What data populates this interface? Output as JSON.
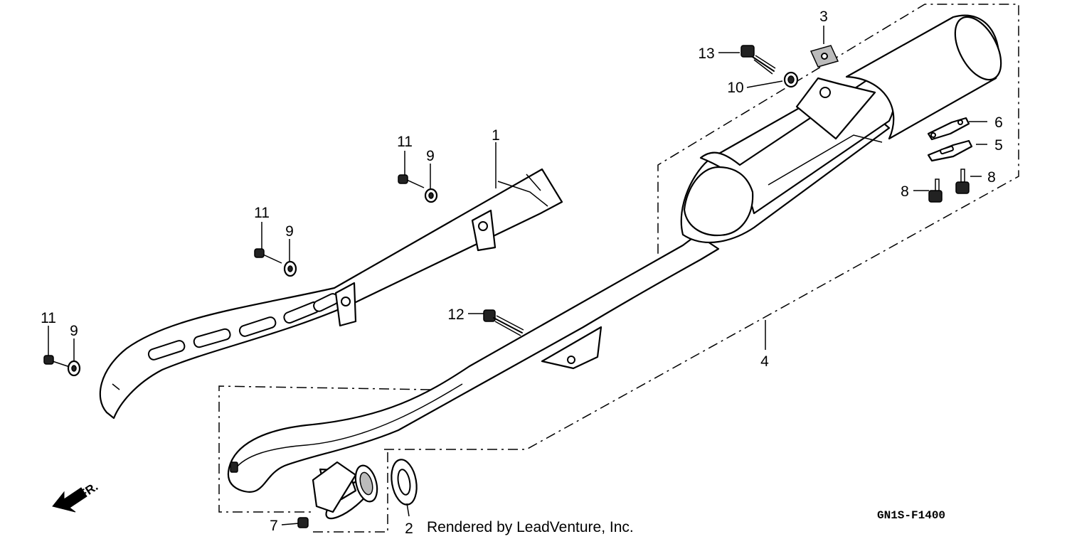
{
  "diagram": {
    "callouts": {
      "c1": "1",
      "c2": "2",
      "c3": "3",
      "c4": "4",
      "c5": "5",
      "c6": "6",
      "c7": "7",
      "c8a": "8",
      "c8b": "8",
      "c9a": "9",
      "c9b": "9",
      "c9c": "9",
      "c10": "10",
      "c11a": "11",
      "c11b": "11",
      "c11c": "11",
      "c12": "12",
      "c13": "13"
    },
    "front_indicator": "FR.",
    "diagram_code": "GN1S-F1400",
    "credit": "Rendered by LeadVenture, Inc."
  }
}
